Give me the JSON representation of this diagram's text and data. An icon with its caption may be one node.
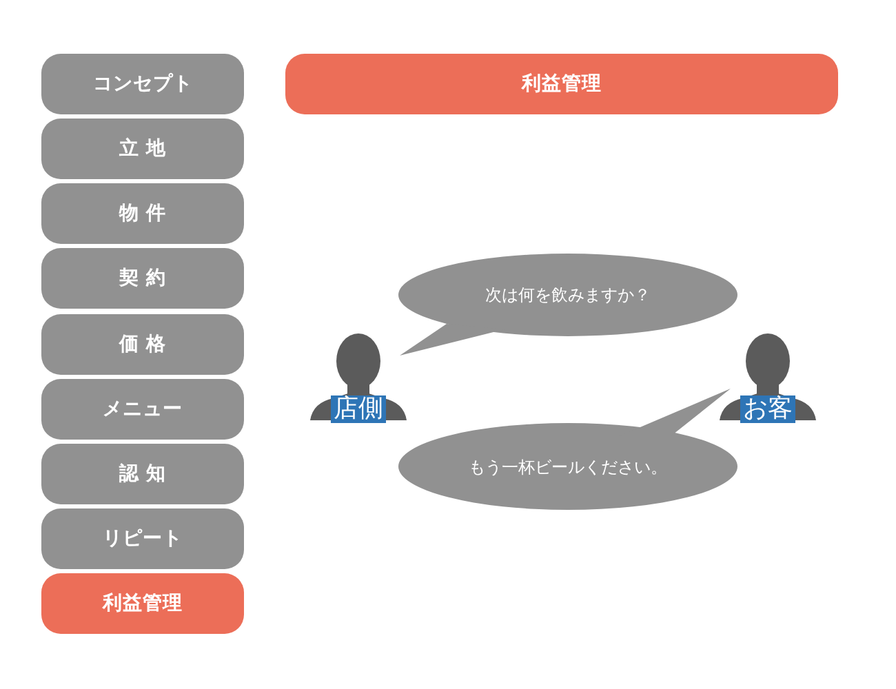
{
  "diagram": {
    "nodes": [
      {
        "text": [
          "コンセプト"
        ]
      },
      {
        "text": [
          "立 地"
        ]
      },
      {
        "text": [
          "物 件"
        ]
      },
      {
        "text": [
          "契 約"
        ]
      },
      {
        "text": [
          "価 格"
        ]
      },
      {
        "text": [
          "メニュー"
        ]
      },
      {
        "text": [
          "認 知"
        ]
      },
      {
        "text": [
          "リピート"
        ]
      },
      {
        "text": [
          "利益管理"
        ]
      },
      {
        "text": [
          "利益管理"
        ]
      },
      {
        "text": [
          "次は何を飲みますか？"
        ]
      },
      {
        "text": [
          "店側"
        ]
      },
      {
        "text": [
          "お客"
        ]
      },
      {
        "text": [
          "もう一杯ビールください。"
        ]
      }
    ]
  }
}
